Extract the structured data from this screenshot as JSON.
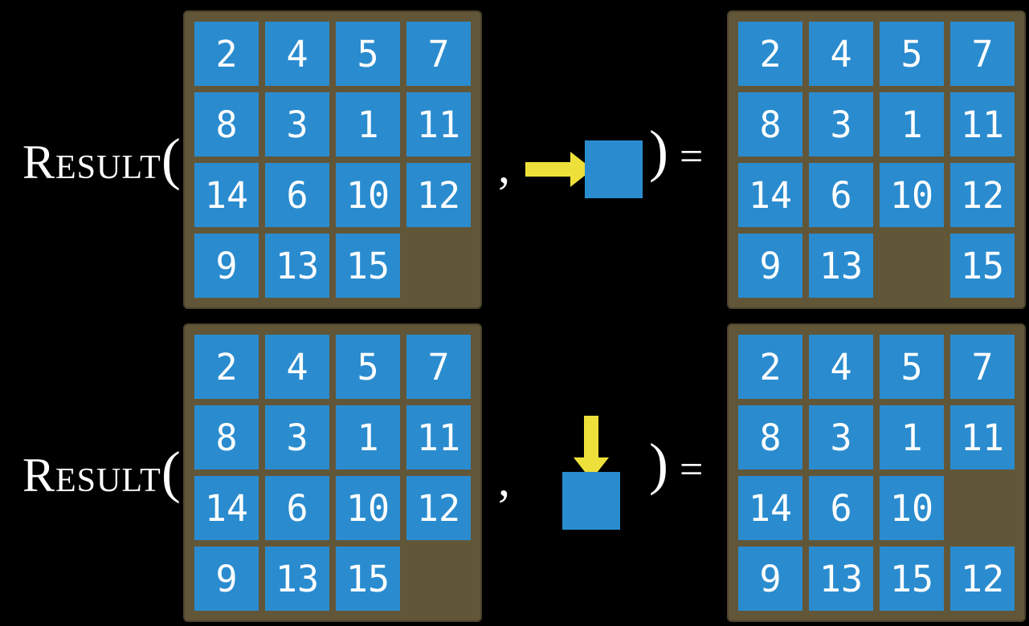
{
  "colors": {
    "background": "#000000",
    "board_frame": "#625639",
    "tile": "#2a8ccf",
    "tile_text": "#ffffff",
    "arrow": "#eee03a",
    "text": "#ffffff"
  },
  "figure": {
    "function_name": "Result",
    "open_paren": "(",
    "comma": ",",
    "close_paren": ")",
    "equals": "=",
    "rows": [
      {
        "action": {
          "icon": "arrow-right-into-tile",
          "direction": "right"
        },
        "input_board": [
          [
            "2",
            "4",
            "5",
            "7"
          ],
          [
            "8",
            "3",
            "1",
            "11"
          ],
          [
            "14",
            "6",
            "10",
            "12"
          ],
          [
            "9",
            "13",
            "15",
            ""
          ]
        ],
        "output_board": [
          [
            "2",
            "4",
            "5",
            "7"
          ],
          [
            "8",
            "3",
            "1",
            "11"
          ],
          [
            "14",
            "6",
            "10",
            "12"
          ],
          [
            "9",
            "13",
            "",
            "15"
          ]
        ]
      },
      {
        "action": {
          "icon": "arrow-down-into-tile",
          "direction": "down"
        },
        "input_board": [
          [
            "2",
            "4",
            "5",
            "7"
          ],
          [
            "8",
            "3",
            "1",
            "11"
          ],
          [
            "14",
            "6",
            "10",
            "12"
          ],
          [
            "9",
            "13",
            "15",
            ""
          ]
        ],
        "output_board": [
          [
            "2",
            "4",
            "5",
            "7"
          ],
          [
            "8",
            "3",
            "1",
            "11"
          ],
          [
            "14",
            "6",
            "10",
            ""
          ],
          [
            "9",
            "13",
            "15",
            "12"
          ]
        ]
      }
    ]
  }
}
